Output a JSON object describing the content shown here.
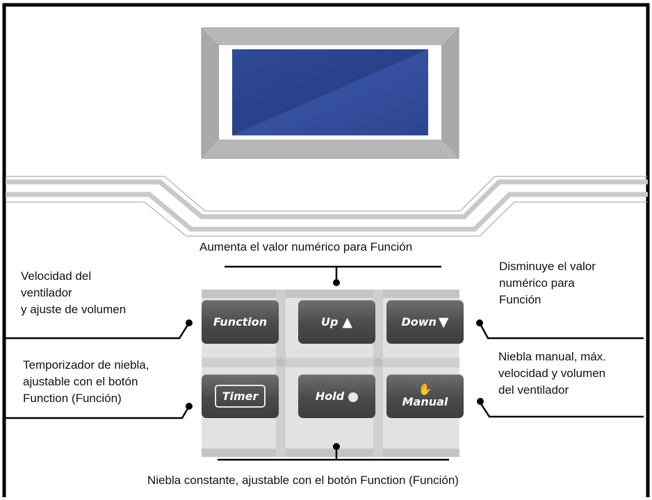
{
  "buttons": {
    "function": "Function",
    "up": "Up",
    "down": "Down",
    "timer": "Timer",
    "hold": "Hold",
    "manual": "Manual"
  },
  "callouts": {
    "up": "Aumenta el valor numérico para Función",
    "down": [
      "Disminuye el valor",
      "numérico para",
      "Función"
    ],
    "function": [
      "Velocidad del",
      "ventilador",
      "y ajuste de volumen"
    ],
    "timer": [
      "Temporizador de niebla,",
      "ajustable con el botón",
      "Function (Función)"
    ],
    "manual": [
      "Niebla manual, máx.",
      "velocidad y volumen",
      "del ventilador"
    ],
    "hold": "Niebla constante, ajustable con el botón Function (Función)"
  },
  "colors": {
    "screen": "#2d4590",
    "bezel": "#b7b7b7",
    "button": "#4a4a4a",
    "frame": "#000000"
  },
  "icons": {
    "up": "up-triangle-icon",
    "down": "down-triangle-icon",
    "hold": "mist-dot-icon",
    "manual": "hand-icon"
  }
}
